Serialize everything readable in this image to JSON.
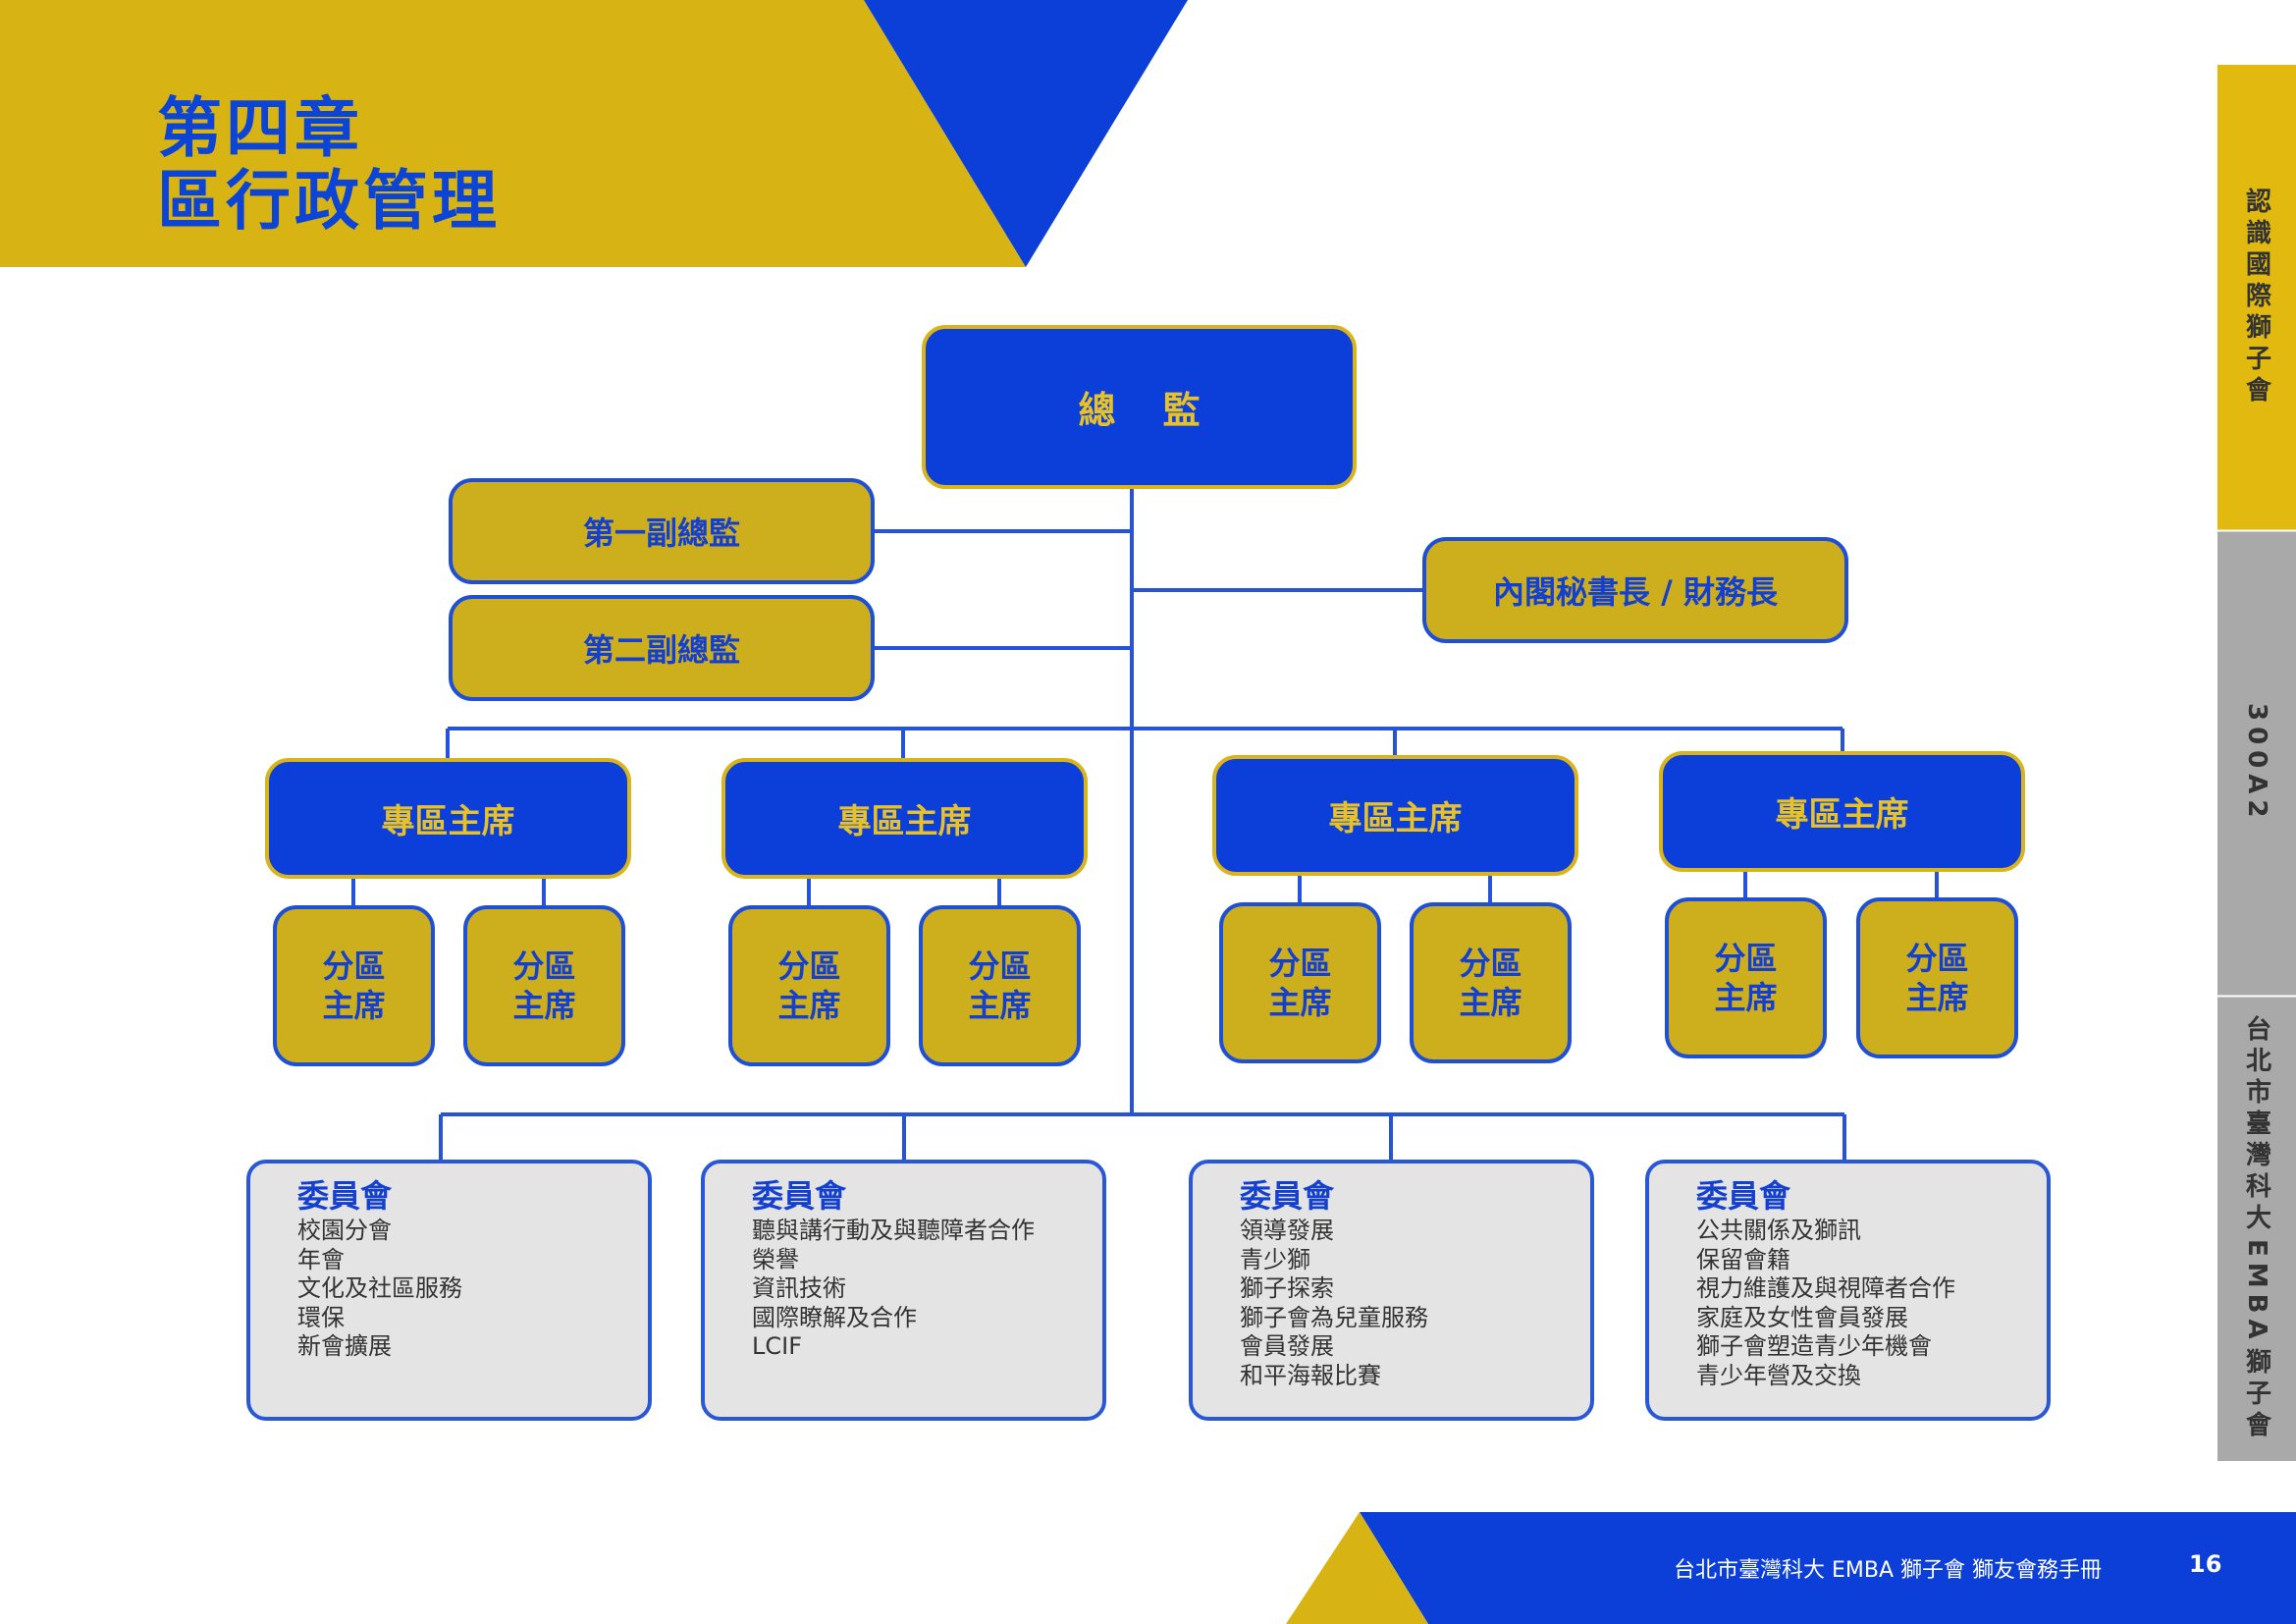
{
  "header": {
    "chapter": "第四章",
    "title": "區行政管理"
  },
  "colors": {
    "brand_blue": "#0c3fd9",
    "brand_gold": "#d9b41a",
    "committee_bg": "#e4e4e4"
  },
  "org_chart": {
    "director": {
      "chars": [
        "總",
        "監"
      ]
    },
    "vice_directors": [
      "第一副總監",
      "第二副總監"
    ],
    "cabinet": "內閣秘書長 / 財務長",
    "regions": [
      {
        "label": "專區主席",
        "zones": [
          [
            "分區",
            "主席"
          ],
          [
            "分區",
            "主席"
          ]
        ]
      },
      {
        "label": "專區主席",
        "zones": [
          [
            "分區",
            "主席"
          ],
          [
            "分區",
            "主席"
          ]
        ]
      },
      {
        "label": "專區主席",
        "zones": [
          [
            "分區",
            "主席"
          ],
          [
            "分區",
            "主席"
          ]
        ]
      },
      {
        "label": "專區主席",
        "zones": [
          [
            "分區",
            "主席"
          ],
          [
            "分區",
            "主席"
          ]
        ]
      }
    ],
    "committees": [
      {
        "title": "委員會",
        "items": [
          "校園分會",
          "年會",
          "文化及社區服務",
          "環保",
          "新會擴展"
        ]
      },
      {
        "title": "委員會",
        "items": [
          "聽與講行動及與聽障者合作",
          "榮譽",
          "資訊技術",
          "國際瞭解及合作",
          "LCIF"
        ]
      },
      {
        "title": "委員會",
        "items": [
          "領導發展",
          "青少獅",
          "獅子探索",
          "獅子會為兒童服務",
          "會員發展",
          "和平海報比賽"
        ]
      },
      {
        "title": "委員會",
        "items": [
          "公共關係及獅訊",
          "保留會籍",
          "視力維護及與視障者合作",
          "家庭及女性會員發展",
          "獅子會塑造青少年機會",
          "青少年營及交換"
        ]
      }
    ]
  },
  "side_tabs": [
    {
      "label": "認識國際獅子會",
      "state": "active"
    },
    {
      "label": "300A2",
      "state": "inactive"
    },
    {
      "prefix": "台北市臺灣科大",
      "latin": "EMBA",
      "suffix": "獅子會",
      "state": "inactive"
    }
  ],
  "footer": {
    "text": "台北市臺灣科大 EMBA 獅子會 獅友會務手冊",
    "page": "16"
  }
}
